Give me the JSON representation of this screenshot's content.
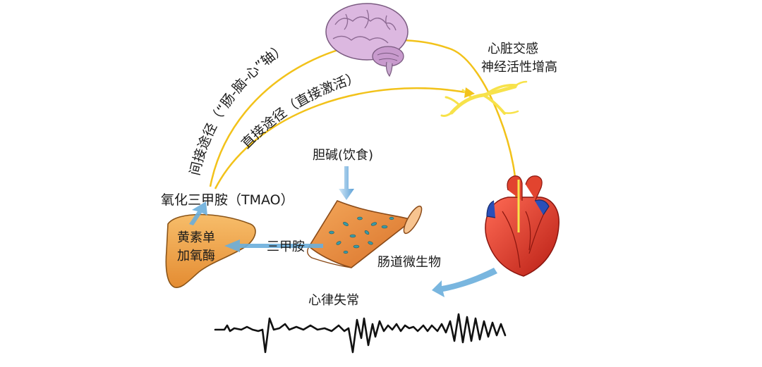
{
  "labels": {
    "indirect_pathway": "间接途径（“肠-脑-心”轴）",
    "direct_pathway": "直接途径（直接激活）",
    "sympathetic_line1": "心脏交感",
    "sympathetic_line2": "神经活性增高",
    "choline": "胆碱(饮食)",
    "tmao": "氧化三甲胺（TMAO）",
    "fmo_line1": "黄素单",
    "fmo_line2": "加氧酶",
    "tma": "三甲胺",
    "gut_microbiota": "肠道微生物",
    "arrhythmia": "心律失常"
  },
  "colors": {
    "pathway": "#f2c21a",
    "arrow_blue": "#5aa6d8",
    "liver": "#f0a24a",
    "intestine": "#e8893a",
    "heart_red": "#e23a2a",
    "vessel_blue": "#2a4fb8",
    "brain": "#d9b3dd",
    "nerve": "#f7e24a"
  },
  "icons": [
    "brain-icon",
    "nerve-icon",
    "heart-icon",
    "liver-icon",
    "intestine-icon",
    "ecg-trace-icon"
  ]
}
